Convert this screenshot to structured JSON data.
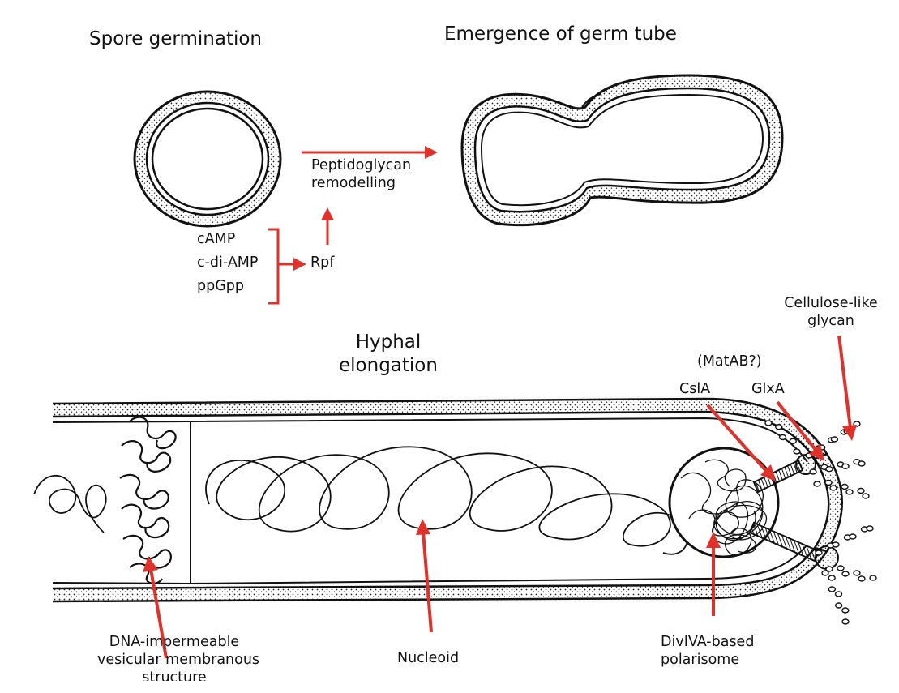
{
  "titles": {
    "spore_germination": "Spore germination",
    "germ_tube": "Emergence of germ tube",
    "hyphal_line1": "Hyphal",
    "hyphal_line2": "elongation"
  },
  "germination": {
    "signals": [
      "cAMP",
      "c-di-AMP",
      "ppGpp"
    ],
    "rpf": "Rpf",
    "process_line1": "Peptidoglycan",
    "process_line2": "remodelling"
  },
  "tip_labels": {
    "matab": "(MatAB?)",
    "csla": "CslA",
    "glxa": "GlxA",
    "cellulose_line1": "Cellulose-like",
    "cellulose_line2": "glycan"
  },
  "bottom_labels": {
    "dna_line1": "DNA-impermeable",
    "dna_line2": "vesicular membranous",
    "dna_line3": "structure",
    "nucleoid": "Nucleoid",
    "divIVA_line1": "DivIVA-based",
    "divIVA_line2": "polarisome"
  },
  "colors": {
    "arrow": "#e0312a",
    "ink": "#111111",
    "background": "#ffffff"
  }
}
